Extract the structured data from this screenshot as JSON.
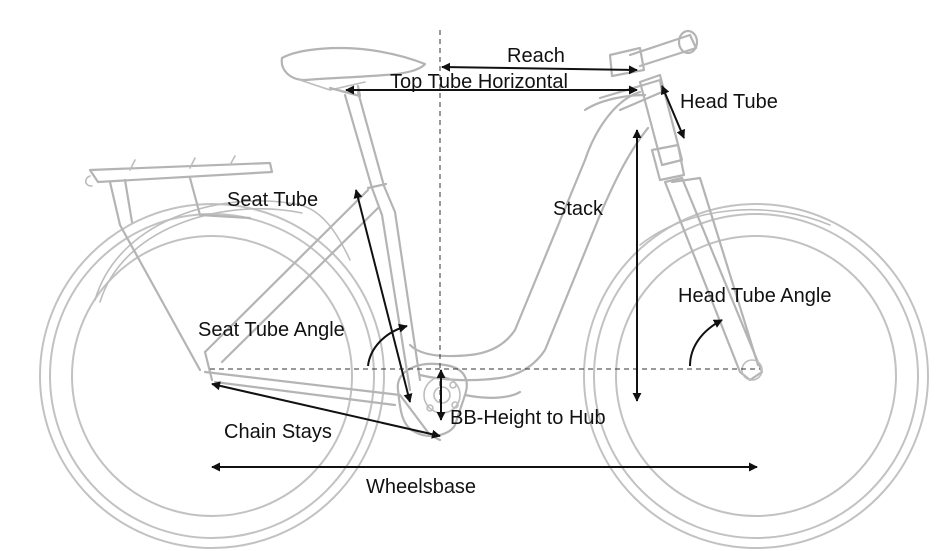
{
  "labels": {
    "reach": "Reach",
    "top_tube_horizontal": "Top Tube Horizontal",
    "head_tube": "Head Tube",
    "seat_tube": "Seat Tube",
    "stack": "Stack",
    "head_tube_angle": "Head Tube Angle",
    "seat_tube_angle": "Seat Tube Angle",
    "bb_height_to_hub": "BB-Height to Hub",
    "chain_stays": "Chain Stays",
    "wheelsbase": "Wheelsbase"
  },
  "colors": {
    "frame": "#b4b4b4",
    "dimension": "#111111",
    "background": "#ffffff"
  }
}
